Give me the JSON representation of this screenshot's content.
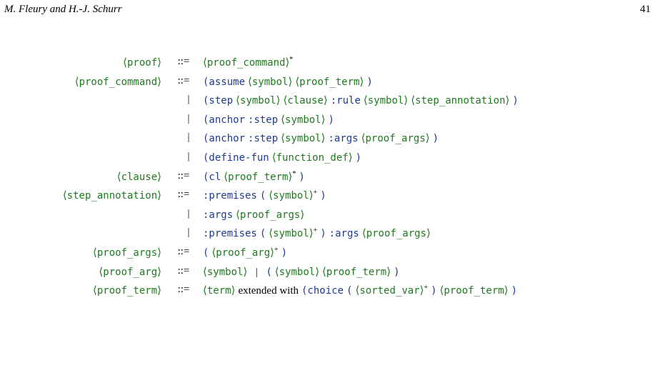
{
  "header": {
    "authors": "M. Fleury and H.-J. Schurr",
    "page_number": "41"
  },
  "grammar": [
    {
      "lhs": "proof",
      "op": "::=",
      "rhs": [
        {
          "t": "nt",
          "v": "proof_command"
        },
        {
          "t": "sup",
          "v": "*"
        }
      ]
    },
    {
      "lhs": "proof_command",
      "op": "::=",
      "rhs": [
        {
          "t": "kw",
          "v": "(assume"
        },
        {
          "t": "nt",
          "v": "symbol"
        },
        {
          "t": "nt",
          "v": "proof_term"
        },
        {
          "t": "kw",
          "v": ")"
        }
      ]
    },
    {
      "lhs": "",
      "op": "|",
      "rhs": [
        {
          "t": "kw",
          "v": "(step"
        },
        {
          "t": "nt",
          "v": "symbol"
        },
        {
          "t": "nt",
          "v": "clause"
        },
        {
          "t": "kw",
          "v": ":rule"
        },
        {
          "t": "nt",
          "v": "symbol"
        },
        {
          "t": "nt",
          "v": "step_annotation"
        },
        {
          "t": "kw",
          "v": ")"
        }
      ]
    },
    {
      "lhs": "",
      "op": "|",
      "rhs": [
        {
          "t": "kw",
          "v": "(anchor"
        },
        {
          "t": "kw",
          "v": ":step"
        },
        {
          "t": "nt",
          "v": "symbol"
        },
        {
          "t": "kw",
          "v": ")"
        }
      ]
    },
    {
      "lhs": "",
      "op": "|",
      "rhs": [
        {
          "t": "kw",
          "v": "(anchor"
        },
        {
          "t": "kw",
          "v": ":step"
        },
        {
          "t": "nt",
          "v": "symbol"
        },
        {
          "t": "kw",
          "v": ":args"
        },
        {
          "t": "nt",
          "v": "proof_args"
        },
        {
          "t": "kw",
          "v": ")"
        }
      ]
    },
    {
      "lhs": "",
      "op": "|",
      "rhs": [
        {
          "t": "kw",
          "v": "(define-fun"
        },
        {
          "t": "nt",
          "v": "function_def"
        },
        {
          "t": "kw",
          "v": ")"
        }
      ]
    },
    {
      "lhs": "clause",
      "op": "::=",
      "rhs": [
        {
          "t": "kw",
          "v": "(cl"
        },
        {
          "t": "nt",
          "v": "proof_term"
        },
        {
          "t": "sup",
          "v": "*"
        },
        {
          "t": "kw",
          "v": ")"
        }
      ]
    },
    {
      "lhs": "step_annotation",
      "op": "::=",
      "rhs": [
        {
          "t": "kw",
          "v": ":premises"
        },
        {
          "t": "kw",
          "v": "("
        },
        {
          "t": "nt",
          "v": "symbol"
        },
        {
          "t": "sup",
          "v": "+"
        },
        {
          "t": "kw",
          "v": ")"
        }
      ]
    },
    {
      "lhs": "",
      "op": "|",
      "rhs": [
        {
          "t": "kw",
          "v": ":args"
        },
        {
          "t": "nt",
          "v": "proof_args"
        }
      ]
    },
    {
      "lhs": "",
      "op": "|",
      "rhs": [
        {
          "t": "kw",
          "v": ":premises"
        },
        {
          "t": "kw",
          "v": "("
        },
        {
          "t": "nt",
          "v": "symbol"
        },
        {
          "t": "sup",
          "v": "+"
        },
        {
          "t": "kw",
          "v": ")"
        },
        {
          "t": "kw",
          "v": ":args"
        },
        {
          "t": "nt",
          "v": "proof_args"
        }
      ]
    },
    {
      "lhs": "proof_args",
      "op": "::=",
      "rhs": [
        {
          "t": "kw",
          "v": "("
        },
        {
          "t": "nt",
          "v": "proof_arg"
        },
        {
          "t": "sup",
          "v": "+"
        },
        {
          "t": "kw",
          "v": ")"
        }
      ]
    },
    {
      "lhs": "proof_arg",
      "op": "::=",
      "rhs": [
        {
          "t": "nt",
          "v": "symbol"
        },
        {
          "t": "txt",
          "v": "  |  "
        },
        {
          "t": "kw",
          "v": "("
        },
        {
          "t": "nt",
          "v": "symbol"
        },
        {
          "t": "nt",
          "v": "proof_term"
        },
        {
          "t": "kw",
          "v": ")"
        }
      ]
    },
    {
      "lhs": "proof_term",
      "op": "::=",
      "rhs": [
        {
          "t": "nt",
          "v": "term"
        },
        {
          "t": "txt",
          "v": "extended with"
        },
        {
          "t": "kw",
          "v": "(choice"
        },
        {
          "t": "kw",
          "v": "("
        },
        {
          "t": "nt",
          "v": "sorted_var"
        },
        {
          "t": "sup",
          "v": "+"
        },
        {
          "t": "kw",
          "v": ")"
        },
        {
          "t": "nt",
          "v": "proof_term"
        },
        {
          "t": "kw",
          "v": ")"
        }
      ]
    }
  ],
  "colors": {
    "nonterminal": "#1f7a1f",
    "keyword": "#1f3a93",
    "text": "#000000"
  }
}
